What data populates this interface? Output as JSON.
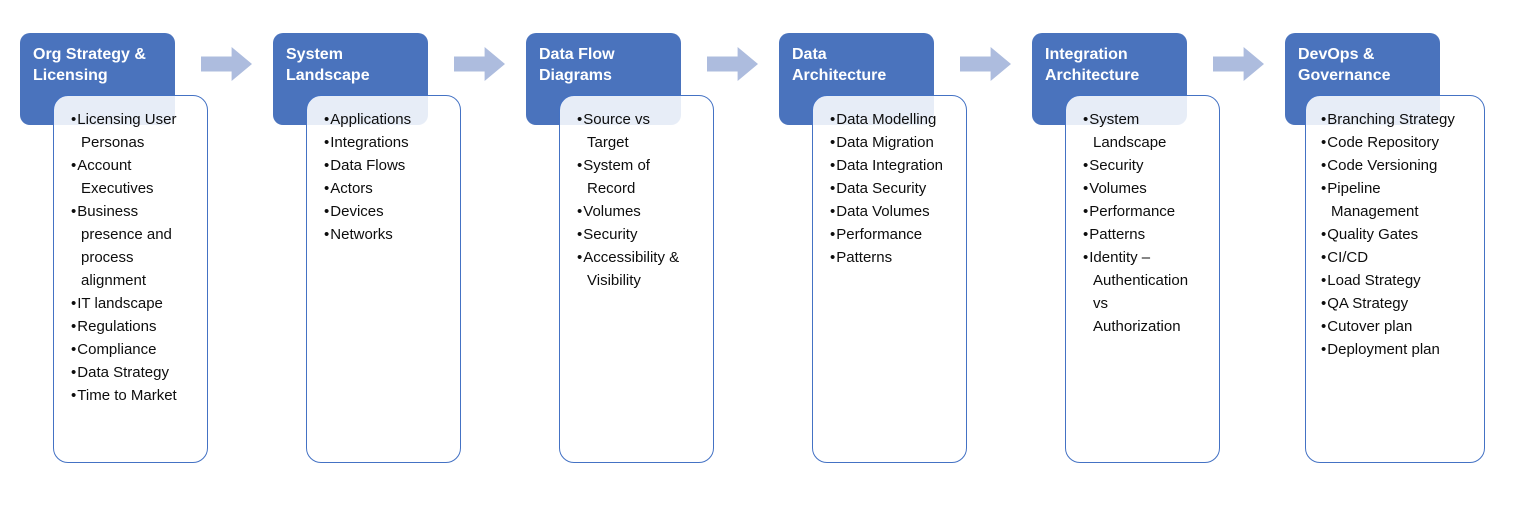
{
  "diagram": {
    "type": "horizontal-process-flow",
    "colors": {
      "header_fill": "#4A73BD",
      "header_text": "#FFFFFF",
      "detail_box_border": "#4472C4",
      "detail_box_fill": "#FFFFFF",
      "overlap_tint": "#E9EDF7",
      "arrow_fill": "#ADBCDE",
      "bullet_text": "#0D0D0D"
    },
    "stages": [
      {
        "title": "Org Strategy & Licensing",
        "items": [
          "Licensing User Personas",
          "Account Executives",
          "Business presence and process alignment",
          "IT landscape",
          "Regulations",
          "Compliance",
          "Data Strategy",
          "Time to Market"
        ]
      },
      {
        "title": "System Landscape",
        "items": [
          "Applications",
          "Integrations",
          "Data Flows",
          "Actors",
          "Devices",
          "Networks"
        ]
      },
      {
        "title": "Data Flow Diagrams",
        "items": [
          "Source vs Target",
          "System of Record",
          "Volumes",
          "Security",
          "Accessibility & Visibility"
        ]
      },
      {
        "title": "Data Architecture",
        "items": [
          "Data Modelling",
          "Data Migration",
          "Data Integration",
          "Data Security",
          "Data Volumes",
          "Performance",
          "Patterns"
        ]
      },
      {
        "title": "Integration Architecture",
        "items": [
          "System Landscape",
          "Security",
          "Volumes",
          "Performance",
          "Patterns",
          "Identity – Authentication vs Authorization"
        ]
      },
      {
        "title": "DevOps & Governance",
        "items": [
          "Branching Strategy",
          "Code Repository",
          "Code Versioning",
          "Pipeline Management",
          "Quality Gates",
          "CI/CD",
          "Load Strategy",
          "QA Strategy",
          "Cutover plan",
          "Deployment plan"
        ]
      }
    ]
  }
}
